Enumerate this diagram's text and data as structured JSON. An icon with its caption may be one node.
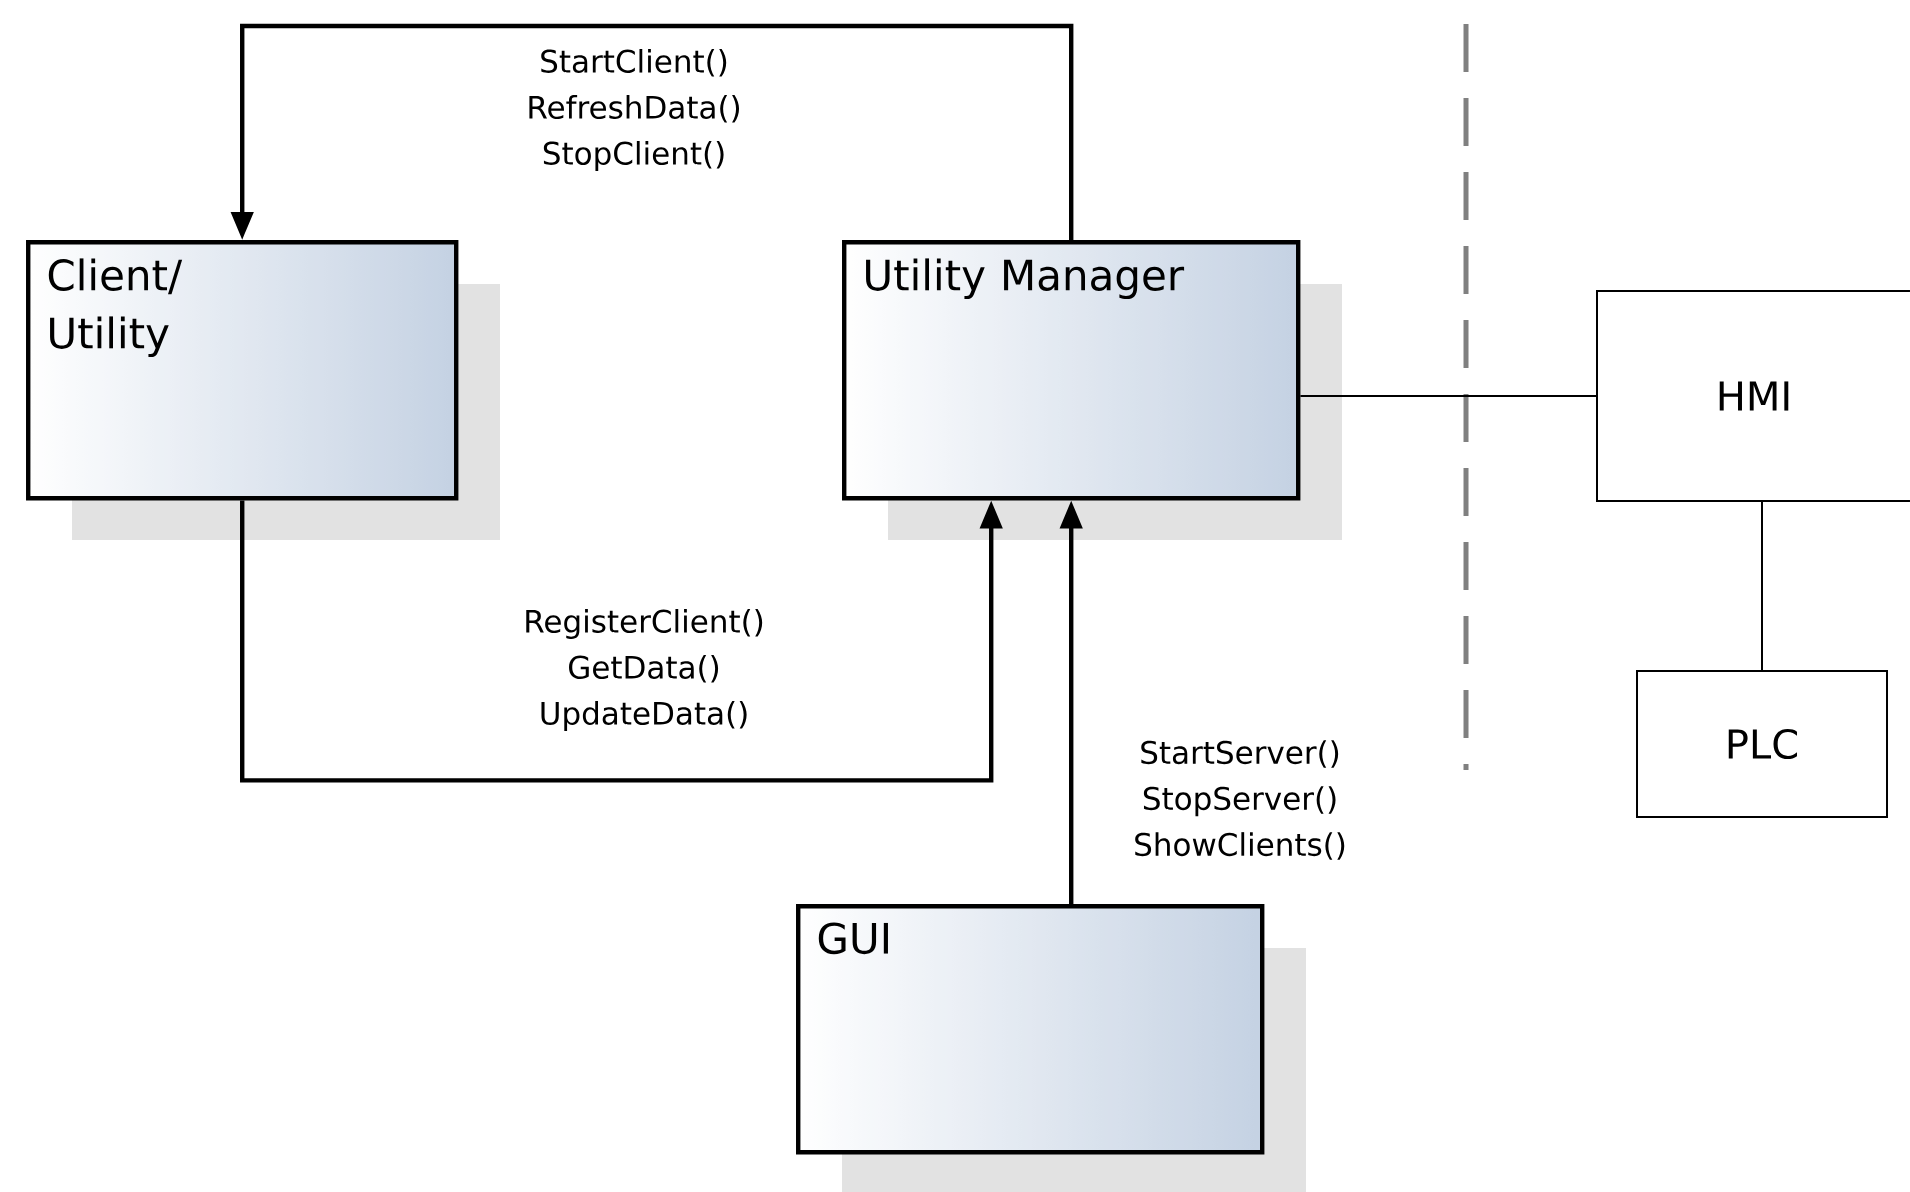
{
  "diagram": {
    "nodes": [
      {
        "text": [
          "Client/ Utility"
        ]
      },
      {
        "text": [
          "Utility Manager"
        ]
      },
      {
        "text": [
          "HMI"
        ]
      },
      {
        "text": [
          "PLC"
        ]
      },
      {
        "text": [
          "GUI"
        ]
      }
    ],
    "edges": [
      {
        "from": 1,
        "to": 0,
        "arrow": "to",
        "label": "StartClient() RefreshData() StopClient()"
      },
      {
        "from": 0,
        "to": 1,
        "arrow": "to",
        "label": "RegisterClient() GetData() UpdateData()"
      },
      {
        "from": 4,
        "to": 1,
        "arrow": "to",
        "label": "StartServer() StopServer() ShowClients()"
      },
      {
        "from": 1,
        "to": 2,
        "arrow": "none"
      },
      {
        "from": 2,
        "to": 3,
        "arrow": "none"
      }
    ]
  }
}
